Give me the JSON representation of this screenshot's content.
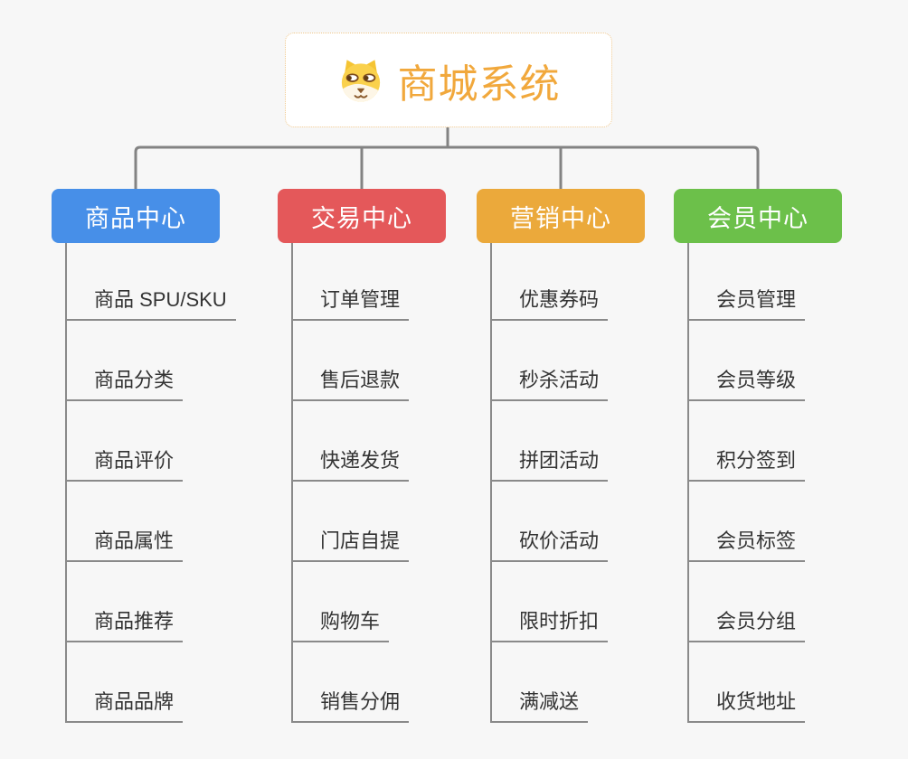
{
  "root": {
    "title": "商城系统",
    "icon": "dog-face-icon",
    "title_color": "#F1A83C",
    "border_color": "#EFC78C"
  },
  "connector_color": "#838383",
  "item_text_color": "#333333",
  "branches": [
    {
      "label": "商品中心",
      "color": "#478FE8",
      "items": [
        "商品 SPU/SKU",
        "商品分类",
        "商品评价",
        "商品属性",
        "商品推荐",
        "商品品牌"
      ]
    },
    {
      "label": "交易中心",
      "color": "#E4585A",
      "items": [
        "订单管理",
        "售后退款",
        "快递发货",
        "门店自提",
        "购物车",
        "销售分佣"
      ]
    },
    {
      "label": "营销中心",
      "color": "#EBA93B",
      "items": [
        "优惠券码",
        "秒杀活动",
        "拼团活动",
        "砍价活动",
        "限时折扣",
        "满减送"
      ]
    },
    {
      "label": "会员中心",
      "color": "#6CC04A",
      "items": [
        "会员管理",
        "会员等级",
        "积分签到",
        "会员标签",
        "会员分组",
        "收货地址"
      ]
    }
  ]
}
